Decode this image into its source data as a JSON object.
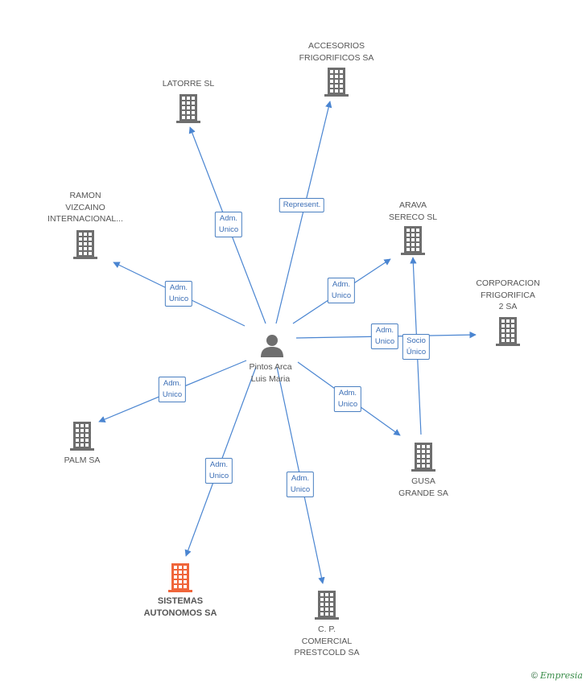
{
  "center": {
    "name_line1": "Pintos Arca",
    "name_line2": "Luis Maria",
    "icon": "person-icon"
  },
  "nodes": [
    {
      "id": "accesorios",
      "lines": [
        "ACCESORIOS",
        "FRIGORIFICOS SA"
      ],
      "highlight": false
    },
    {
      "id": "latorre",
      "lines": [
        "LATORRE SL"
      ],
      "highlight": false
    },
    {
      "id": "ramon",
      "lines": [
        "RAMON",
        "VIZCAINO",
        "INTERNACIONAL..."
      ],
      "highlight": false
    },
    {
      "id": "arava",
      "lines": [
        "ARAVA",
        "SERECO SL"
      ],
      "highlight": false
    },
    {
      "id": "corporacion",
      "lines": [
        "CORPORACION",
        "FRIGORIFICA",
        "2 SA"
      ],
      "highlight": false
    },
    {
      "id": "palm",
      "lines": [
        "PALM SA"
      ],
      "highlight": false
    },
    {
      "id": "gusa",
      "lines": [
        "GUSA",
        "GRANDE SA"
      ],
      "highlight": false
    },
    {
      "id": "sistemas",
      "lines": [
        "SISTEMAS",
        "AUTONOMOS SA"
      ],
      "highlight": true
    },
    {
      "id": "cp",
      "lines": [
        "C. P.",
        "COMERCIAL",
        "PRESTCOLD SA"
      ],
      "highlight": false
    }
  ],
  "edges": [
    {
      "to": "accesorios",
      "label": [
        "Represent."
      ]
    },
    {
      "to": "latorre",
      "label": [
        "Adm.",
        "Unico"
      ]
    },
    {
      "to": "ramon",
      "label": [
        "Adm.",
        "Unico"
      ]
    },
    {
      "to": "arava",
      "label": [
        "Adm.",
        "Unico"
      ]
    },
    {
      "to": "corporacion",
      "label": [
        "Adm.",
        "Unico"
      ]
    },
    {
      "to": "palm",
      "label": [
        "Adm.",
        "Unico"
      ]
    },
    {
      "to": "gusa",
      "label": [
        "Adm.",
        "Unico"
      ]
    },
    {
      "to": "sistemas",
      "label": [
        "Adm.",
        "Unico"
      ]
    },
    {
      "to": "cp",
      "label": [
        "Adm.",
        "Unico"
      ]
    },
    {
      "from": "gusa",
      "to": "arava",
      "label": [
        "Socio",
        "Único"
      ]
    }
  ],
  "colors": {
    "edge": "#4a85d1",
    "building": "#6e6e6e",
    "building_highlight": "#f0653a",
    "label_border": "#4a7fc1"
  },
  "footer": {
    "copyright": "©",
    "brand": "Empresia"
  }
}
